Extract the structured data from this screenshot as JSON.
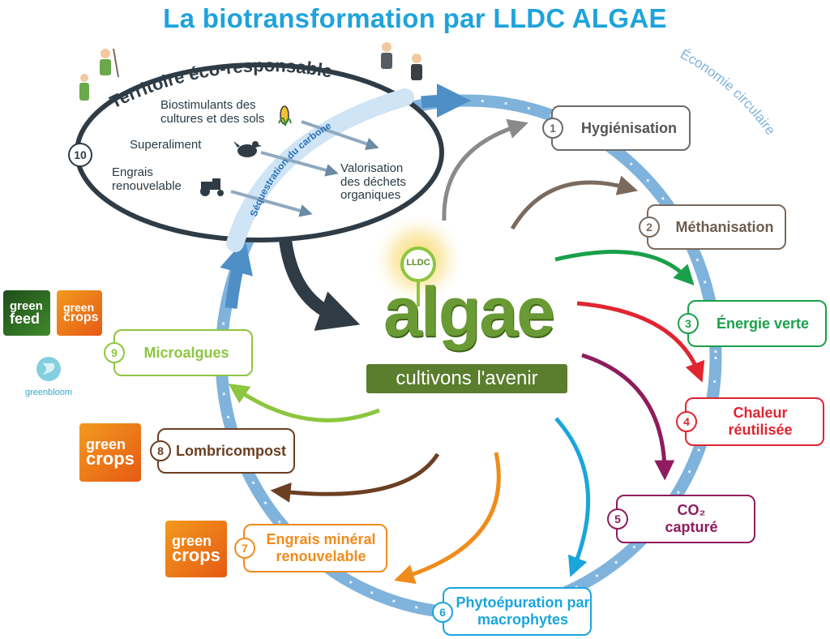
{
  "title": "La biotransformation par LLDC ALGAE",
  "territory": {
    "label": "Territoire éco-responsable",
    "number": "10",
    "items": {
      "biostimulants": "Biostimulants des cultures et des sols",
      "superaliment": "Superaliment",
      "engrais": "Engrais renouvelable",
      "valorisation": "Valorisation des déchets organiques"
    }
  },
  "sequestration": "Séquestration du carbone",
  "economy": "Économie circulaire",
  "logo": {
    "badge": "LLDC",
    "main": "algae",
    "tagline": "cultivons l'avenir"
  },
  "steps": [
    {
      "number": "1",
      "label": "Hygiénisation",
      "color": "#6b6b6b"
    },
    {
      "number": "2",
      "label": "Méthanisation",
      "color": "#7a6a5e"
    },
    {
      "number": "3",
      "label": "Énergie verte",
      "color": "#1aa04a"
    },
    {
      "number": "4",
      "label": "Chaleur réutilisée",
      "color": "#e02530"
    },
    {
      "number": "5",
      "label": "CO₂ capturé",
      "color": "#8e1c5e"
    },
    {
      "number": "6",
      "label": "Phytoépuration par macrophytes",
      "color": "#1aa5dd"
    },
    {
      "number": "7",
      "label": "Engrais minéral renouvelable",
      "color": "#f08c1c"
    },
    {
      "number": "8",
      "label": "Lombricompost",
      "color": "#6b3f22"
    },
    {
      "number": "9",
      "label": "Microalgues",
      "color": "#8cc63f"
    }
  ],
  "brands": {
    "greenfeed_a": "green",
    "greenfeed_b": "feed",
    "greencrops_a": "green",
    "greencrops_b": "crops",
    "greenbloom": "greenbloom"
  },
  "colors": {
    "ring": "#7fb3dc",
    "ring_dark": "#4f8fc8",
    "territory": "#2f3c46",
    "title": "#1ea3dc",
    "logo_green": "#5a8a2a"
  },
  "icons": [
    "corn-icon",
    "chicken-icon",
    "tractor-icon",
    "farmer-icon",
    "people-icon"
  ]
}
